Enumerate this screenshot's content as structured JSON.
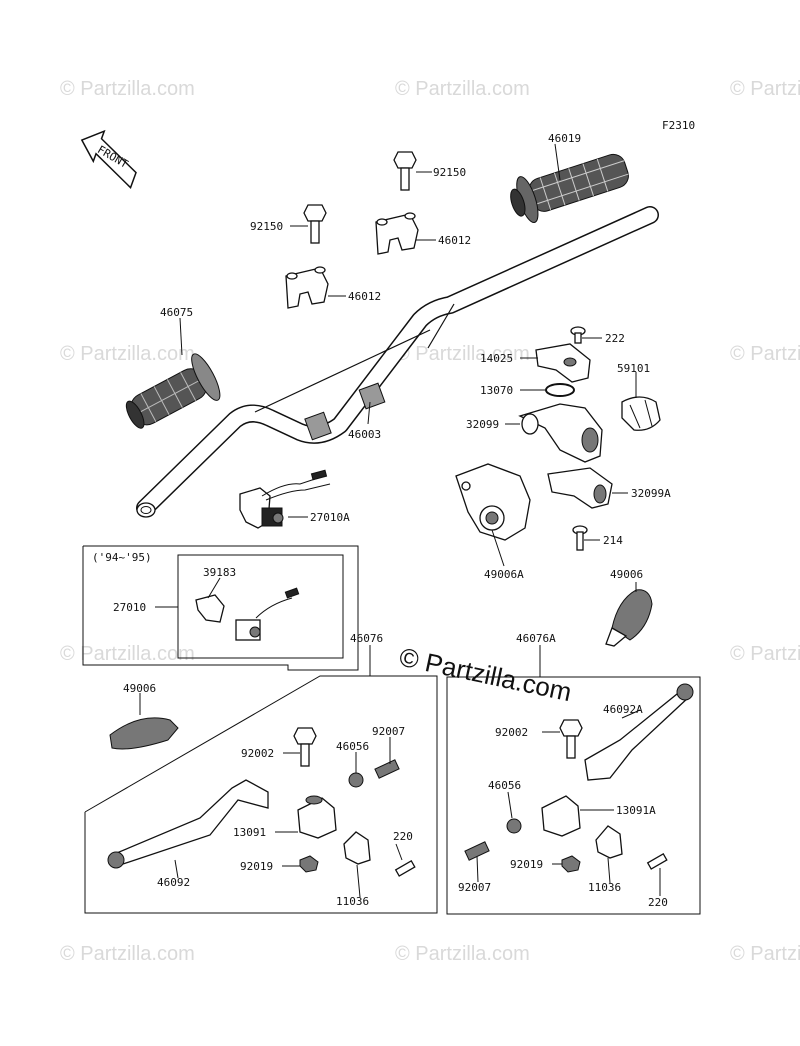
{
  "diagram": {
    "figure_code": "F2310",
    "front_label": "FRONT",
    "year_note": "('94~'95)",
    "watermark": "© Partzilla.com",
    "watermark_center": "© Partzilla.com",
    "labels": {
      "p46019": "46019",
      "p92150a": "92150",
      "p92150b": "92150",
      "p46012a": "46012",
      "p46012b": "46012",
      "p46075": "46075",
      "p46003": "46003",
      "p222": "222",
      "p14025": "14025",
      "p13070": "13070",
      "p59101": "59101",
      "p32099": "32099",
      "p32099A": "32099A",
      "p27010A": "27010A",
      "p214": "214",
      "p49006A": "49006A",
      "p49006r": "49006",
      "p39183": "39183",
      "p27010": "27010",
      "p46076": "46076",
      "p46076A": "46076A",
      "p49006l": "49006",
      "p92002l": "92002",
      "p92007l": "92007",
      "p46056l": "46056",
      "p13091": "13091",
      "p220l": "220",
      "p92019l": "92019",
      "p11036l": "11036",
      "p46092": "46092",
      "p92002r": "92002",
      "p46092A": "46092A",
      "p46056r": "46056",
      "p13091A": "13091A",
      "p92019r": "92019",
      "p11036r": "11036",
      "p92007r": "92007",
      "p220r": "220"
    }
  }
}
